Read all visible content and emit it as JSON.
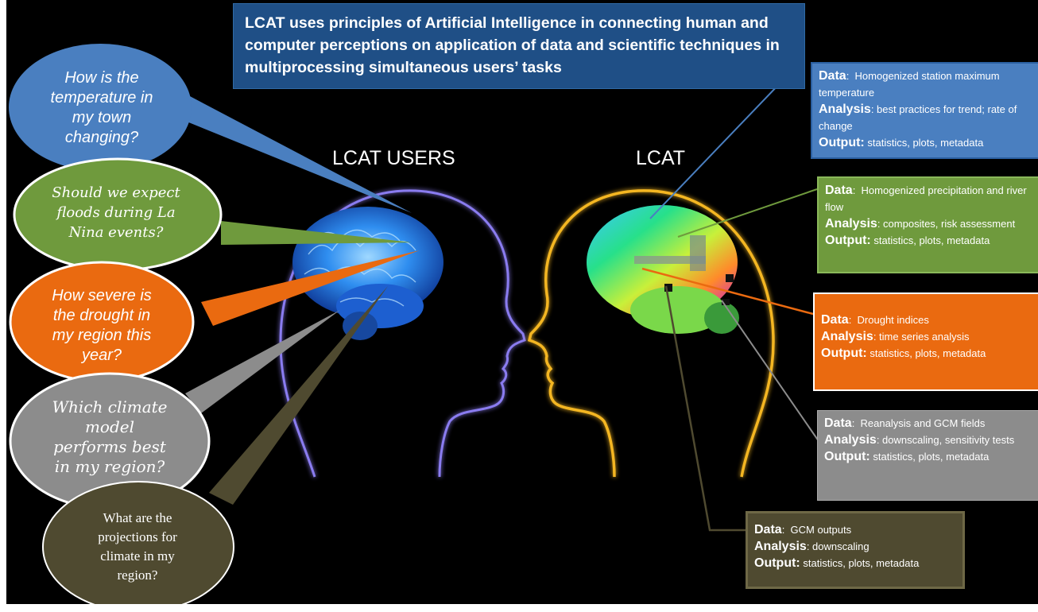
{
  "banner": {
    "text": "LCAT uses principles of Artificial Intelligence in connecting human and computer perceptions on application of data and scientific techniques in multiprocessing simultaneous users’ tasks"
  },
  "headings": {
    "users": "LCAT USERS",
    "lcat": "LCAT"
  },
  "questions": [
    {
      "text": "How is the temperature in my town changing?",
      "color": "#4a7fc0"
    },
    {
      "text": "Should we expect floods during La Nina events?",
      "color": "#6f9a3d"
    },
    {
      "text": "How severe is the drought in my region this year?",
      "color": "#ea6a10"
    },
    {
      "text": "Which climate model performs best in my region?",
      "color": "#8c8c8c"
    },
    {
      "text": "What are the projections for climate in my region?",
      "color": "#4f4a30"
    }
  ],
  "labels": {
    "data": "Data",
    "analysis": "Analysis",
    "output": "Output:"
  },
  "boxes": [
    {
      "data": "Homogenized station maximum temperature",
      "analysis": "best practices for trend; rate of change",
      "output": "statistics, plots, metadata",
      "color": "#4a7fc0"
    },
    {
      "data": "Homogenized precipitation and river flow",
      "analysis": "composites, risk assessment",
      "output": "statistics, plots, metadata",
      "color": "#6f9a3d"
    },
    {
      "data": "Drought indices",
      "analysis": "time series analysis",
      "output": "statistics, plots, metadata",
      "color": "#ea6a10"
    },
    {
      "data": "Reanalysis and GCM fields",
      "analysis": "downscaling, sensitivity tests",
      "output": "statistics, plots, metadata",
      "color": "#8c8c8c"
    },
    {
      "data": "GCM outputs",
      "analysis": "downscaling",
      "output": "statistics, plots, metadata",
      "color": "#4f4a30"
    }
  ]
}
